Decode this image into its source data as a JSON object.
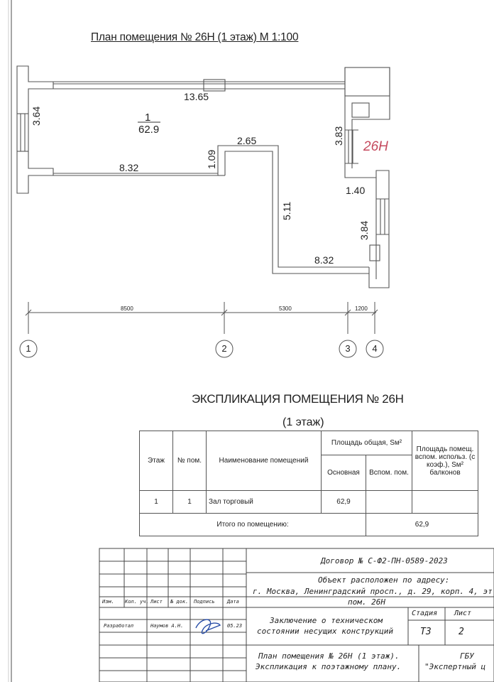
{
  "plan": {
    "title": "План помещения № 26Н (1 этаж)  М 1:100",
    "room_number": "1",
    "room_area": "62.9",
    "unit_label": "26Н",
    "dims": {
      "top_wall": "13.65",
      "left_wall": "3.64",
      "lower_left": "8.32",
      "step_height": "1.09",
      "step_width": "2.65",
      "inner_vertical": "5.11",
      "bottom_wall": "8.32",
      "right_top": "3.83",
      "right_offset": "1.40",
      "right_lower": "3.84"
    },
    "axis_dims": [
      "8500",
      "5300",
      "1200"
    ],
    "axes": [
      "1",
      "2",
      "3",
      "4"
    ]
  },
  "explication": {
    "title": "ЭКСПЛИКАЦИЯ ПОМЕЩЕНИЯ № 26Н",
    "subtitle": "(1 этаж)",
    "headers": {
      "floor": "Этаж",
      "room_no": "№ пом.",
      "name": "Наименование помещений",
      "total_area": "Площадь общая,  Sм²",
      "main": "Основная",
      "aux": "Вспом. пом.",
      "balcony": "Площадь помещ. вспом. использ. (с коэф.), Sм² балконов"
    },
    "rows": [
      {
        "floor": "1",
        "room_no": "1",
        "name": "Зал торговый",
        "main": "62,9",
        "aux": "",
        "balcony": ""
      }
    ],
    "total_label": "Итого по помещению:",
    "total_value": "62,9"
  },
  "stamp": {
    "contract": "Договор № С-Ф2-ПН-0589-2023",
    "address_line1": "Объект расположен по адресу:",
    "address_line2": "г. Москва, Ленинградский просп., д. 29, корп. 4, эт",
    "address_line3": "пом. 26Н",
    "col_headers": [
      "Изм.",
      "Кол. уч.",
      "Лист",
      "№ док.",
      "Подпись",
      "Дата"
    ],
    "developed_label": "Разработал",
    "developer": "Наумов А.Н.",
    "date": "05.23",
    "conclusion_line1": "Заключение о техническом",
    "conclusion_line2": "состоянии несущих конструкций",
    "stage_label": "Стадия",
    "sheet_label": "Лист",
    "stage_value": "Т3",
    "sheet_value": "2",
    "sheet_title_line1": "План помещения № 26Н (1 этаж).",
    "sheet_title_line2": "Экспликация к поэтажному плану.",
    "org_line1": "ГБУ",
    "org_line2": "\"Экспертный ц"
  }
}
